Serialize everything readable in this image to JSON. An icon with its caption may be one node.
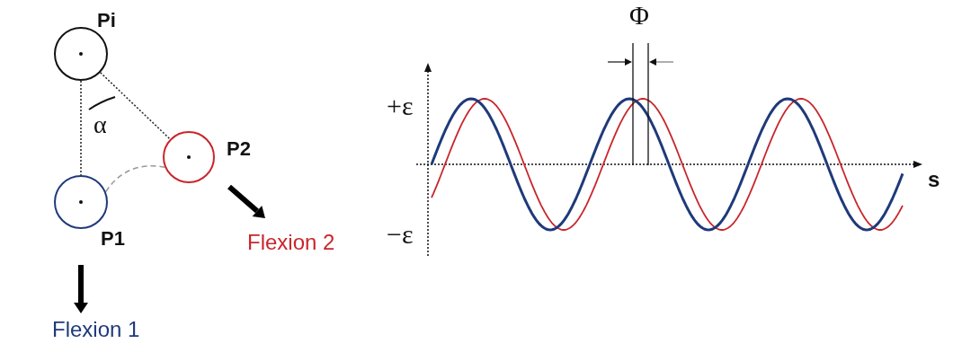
{
  "diagram": {
    "nodes": [
      {
        "text": [
          "Pi"
        ]
      },
      {
        "text": [
          "P1"
        ]
      },
      {
        "text": [
          "P2"
        ]
      }
    ],
    "edges": [
      {
        "from": 0,
        "to": 1,
        "arrow": "none",
        "style": "dashed"
      },
      {
        "from": 0,
        "to": 2,
        "arrow": "none",
        "style": "dashed"
      },
      {
        "from": 1,
        "to": 2,
        "arrow": "none",
        "style": "dashed",
        "color": "#999999"
      }
    ],
    "labels": [
      "Φ",
      "+ε",
      "α",
      "s",
      "−ε",
      "Flexion 2",
      "Flexion 1"
    ]
  }
}
